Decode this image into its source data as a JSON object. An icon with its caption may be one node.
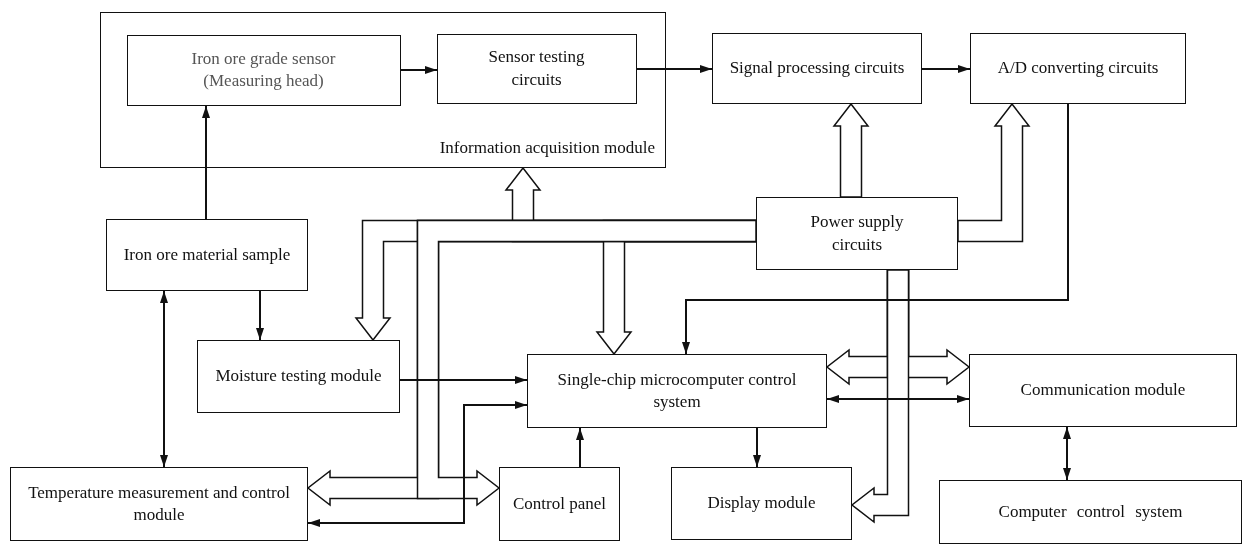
{
  "diagram": {
    "nodes": [
      {
        "text": [
          "Information acquisition module"
        ]
      },
      {
        "text": [
          "Iron ore grade sensor (Measuring head)"
        ],
        "in": 0
      },
      {
        "text": [
          "Sensor testing circuits"
        ],
        "in": 0
      },
      {
        "text": [
          "Signal processing circuits"
        ]
      },
      {
        "text": [
          "A/D converting circuits"
        ]
      },
      {
        "text": [
          "Iron ore material sample"
        ]
      },
      {
        "text": [
          "Power supply circuits"
        ]
      },
      {
        "text": [
          "Moisture testing module"
        ]
      },
      {
        "text": [
          "Single-chip microcomputer control system"
        ]
      },
      {
        "text": [
          "Communication module"
        ]
      },
      {
        "text": [
          "Temperature measurement and control module"
        ]
      },
      {
        "text": [
          "Control panel"
        ]
      },
      {
        "text": [
          "Display module"
        ]
      },
      {
        "text": [
          "Computer control system"
        ]
      }
    ],
    "edges": [
      {
        "from": 1,
        "to": 2,
        "arrow": "to"
      },
      {
        "from": 2,
        "to": 3,
        "arrow": "to"
      },
      {
        "from": 3,
        "to": 4,
        "arrow": "to"
      },
      {
        "from": 6,
        "to": 3,
        "arrow": "to",
        "style": "thick"
      },
      {
        "from": 6,
        "to": 4,
        "arrow": "to",
        "style": "thick"
      },
      {
        "from": 6,
        "to": 0,
        "arrow": "to",
        "style": "thick"
      },
      {
        "from": 5,
        "to": 1,
        "arrow": "to"
      },
      {
        "from": 6,
        "to": 7,
        "arrow": "to",
        "style": "thick"
      },
      {
        "from": 6,
        "to": 8,
        "arrow": "to",
        "style": "thick"
      },
      {
        "from": 4,
        "to": 8,
        "arrow": "to"
      },
      {
        "from": 5,
        "to": 7,
        "arrow": "to"
      },
      {
        "from": 5,
        "to": 10,
        "arrow": "both"
      },
      {
        "from": 7,
        "to": 8,
        "arrow": "to"
      },
      {
        "from": 8,
        "to": 10,
        "arrow": "both"
      },
      {
        "from": 6,
        "to": 8,
        "arrow": "to",
        "style": "thick"
      },
      {
        "from": 6,
        "to": 9,
        "arrow": "to",
        "style": "thick"
      },
      {
        "from": 8,
        "to": 9,
        "arrow": "both"
      },
      {
        "from": 11,
        "to": 8,
        "arrow": "to"
      },
      {
        "from": 8,
        "to": 12,
        "arrow": "to"
      },
      {
        "from": 9,
        "to": 13,
        "arrow": "both"
      },
      {
        "from": 6,
        "to": 10,
        "arrow": "to",
        "style": "thick"
      },
      {
        "from": 6,
        "to": 11,
        "arrow": "to",
        "style": "thick"
      },
      {
        "from": 6,
        "to": 12,
        "arrow": "to",
        "style": "thick"
      }
    ]
  }
}
